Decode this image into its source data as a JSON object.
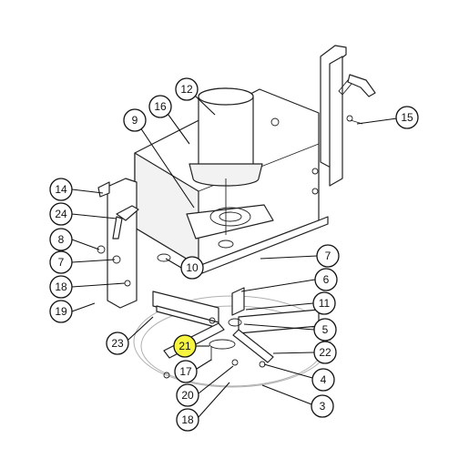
{
  "diagram": {
    "highlight_color": "#f5f542",
    "callouts": [
      {
        "id": "c12",
        "label": "12"
      },
      {
        "id": "c9",
        "label": "9"
      },
      {
        "id": "c16",
        "label": "16"
      },
      {
        "id": "c15",
        "label": "15"
      },
      {
        "id": "c14",
        "label": "14"
      },
      {
        "id": "c24",
        "label": "24"
      },
      {
        "id": "c8",
        "label": "8"
      },
      {
        "id": "c7a",
        "label": "7"
      },
      {
        "id": "c10",
        "label": "10"
      },
      {
        "id": "c7b",
        "label": "7"
      },
      {
        "id": "c18a",
        "label": "18"
      },
      {
        "id": "c6",
        "label": "6"
      },
      {
        "id": "c19",
        "label": "19"
      },
      {
        "id": "c11",
        "label": "11"
      },
      {
        "id": "c5",
        "label": "5"
      },
      {
        "id": "c23",
        "label": "23"
      },
      {
        "id": "c21",
        "label": "21",
        "highlighted": true
      },
      {
        "id": "c22",
        "label": "22"
      },
      {
        "id": "c17",
        "label": "17"
      },
      {
        "id": "c4",
        "label": "4"
      },
      {
        "id": "c20",
        "label": "20"
      },
      {
        "id": "c3",
        "label": "3"
      },
      {
        "id": "c18b",
        "label": "18"
      }
    ]
  }
}
